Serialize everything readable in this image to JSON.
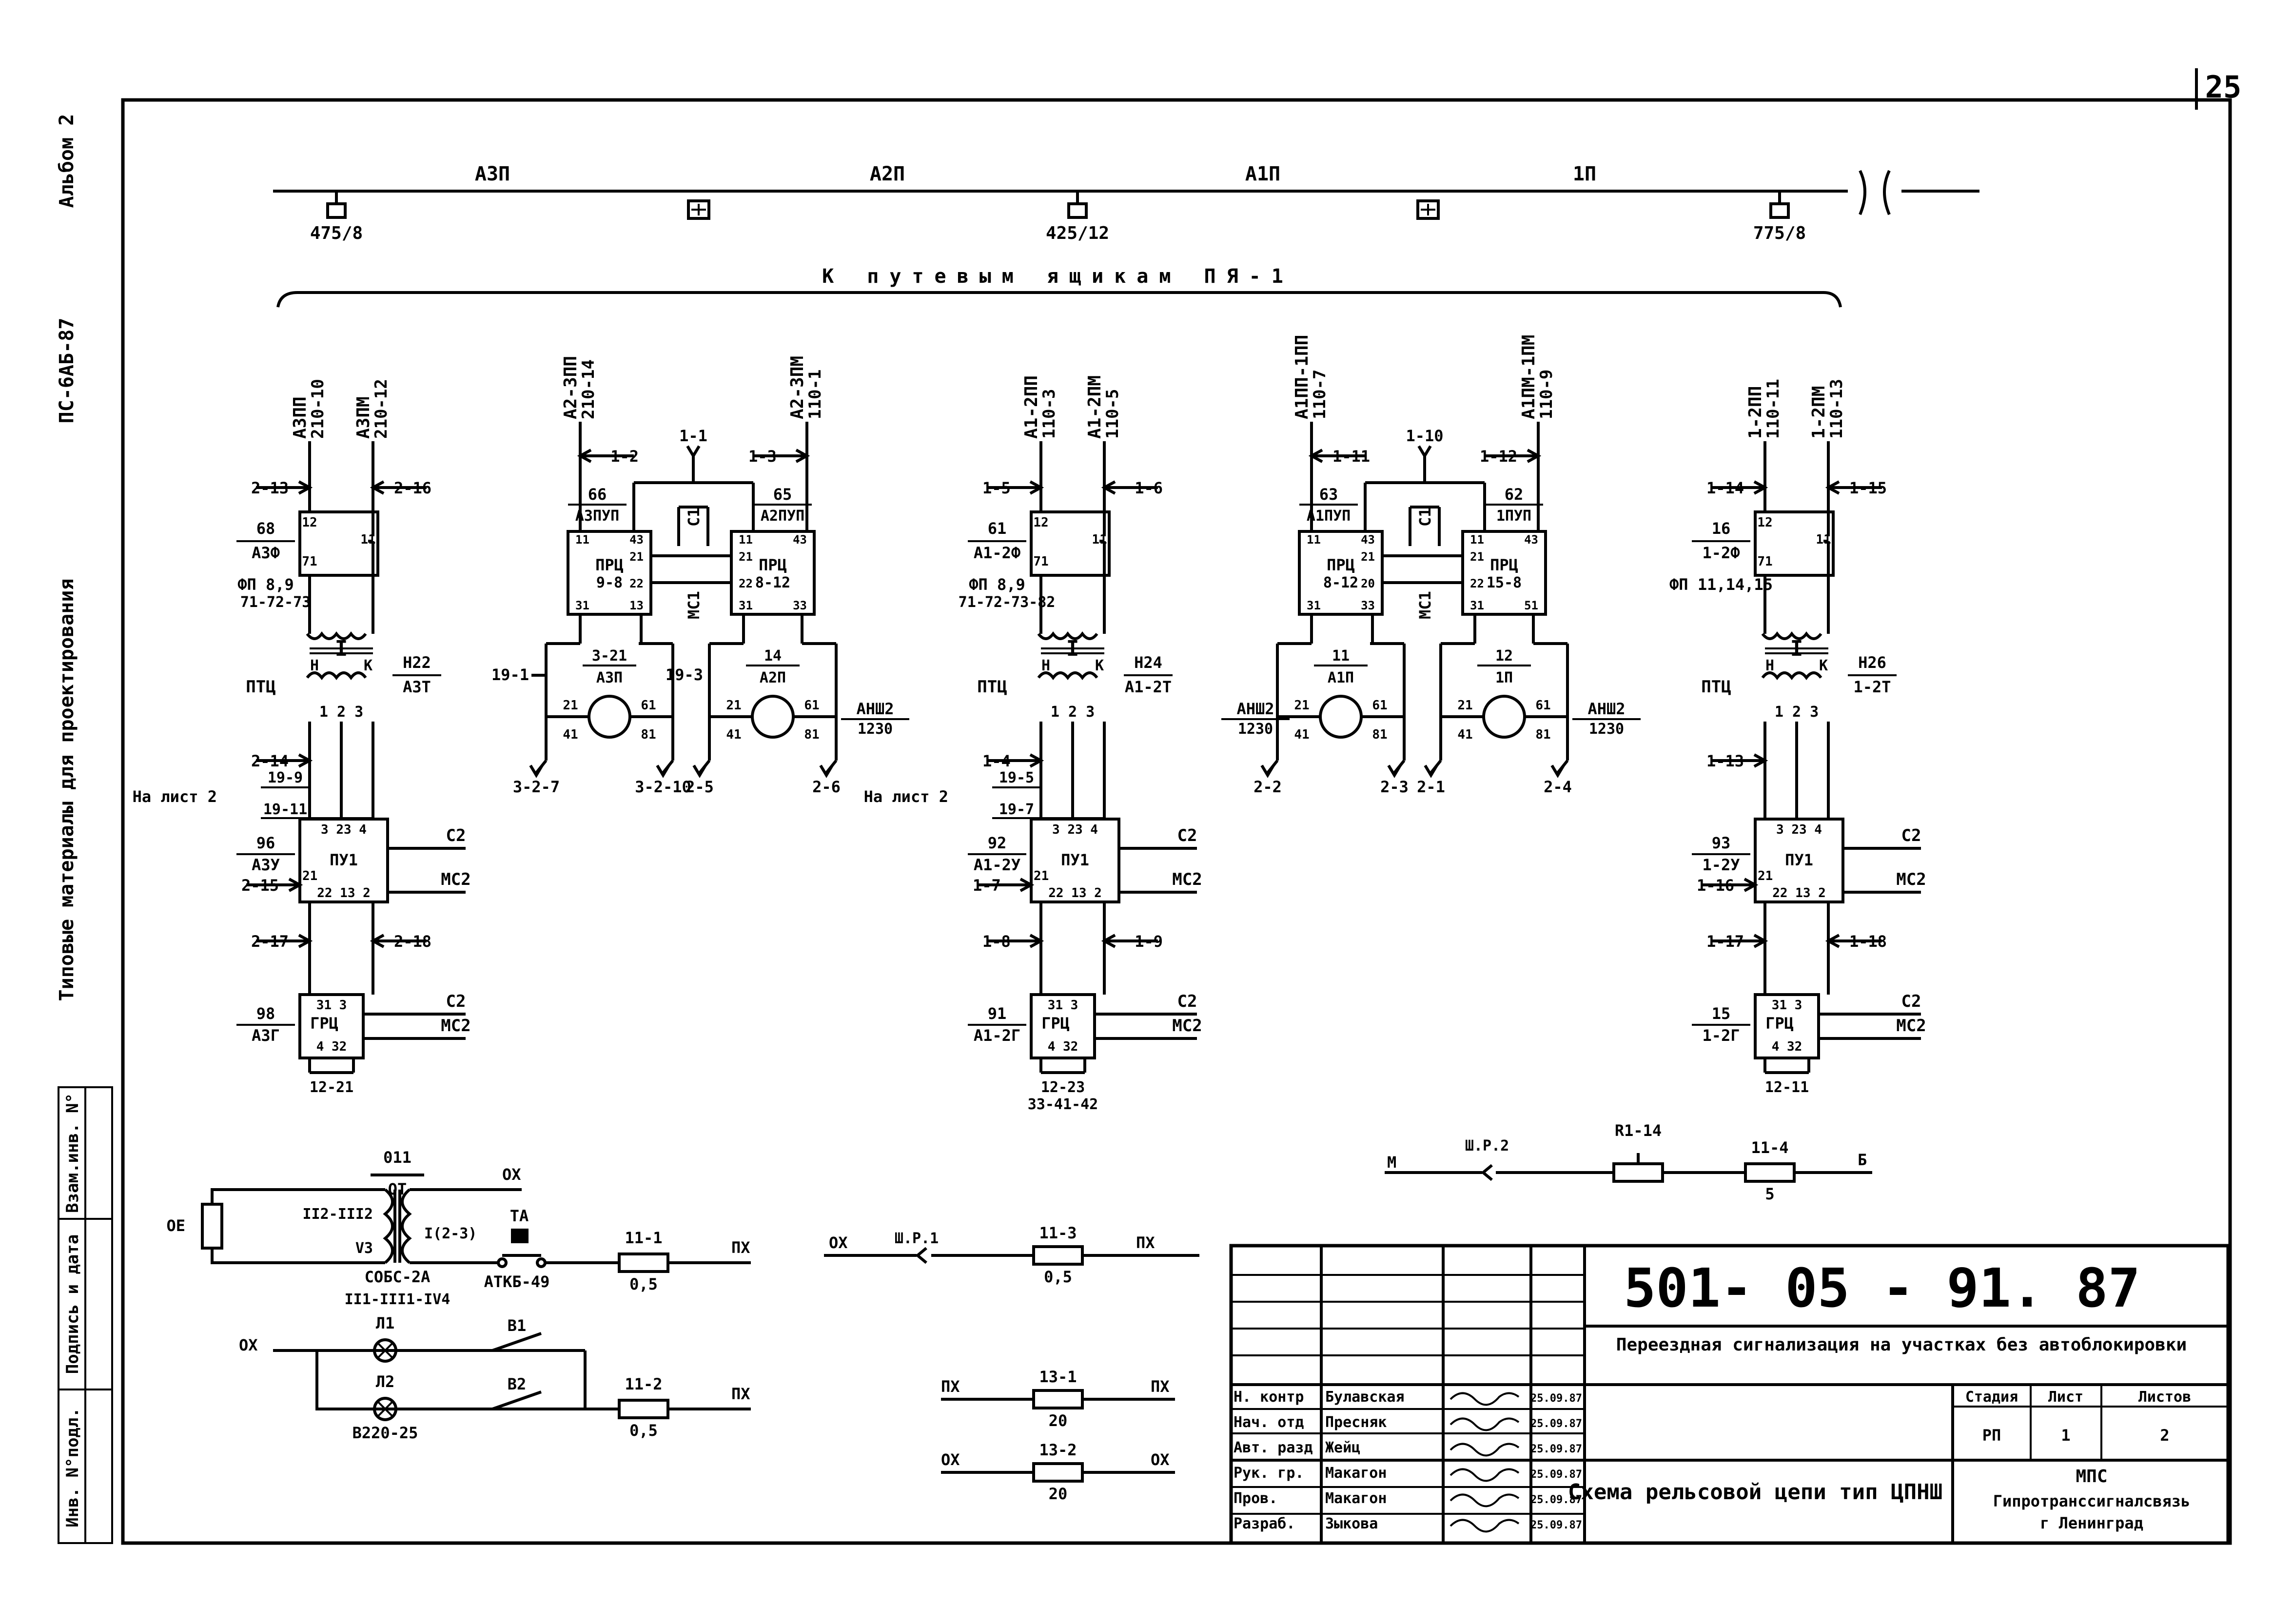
{
  "sheet_number": "25",
  "side": {
    "album": "Альбом 2",
    "series": "ПС-6АБ-87",
    "materials": "Типовые материалы для проектирования",
    "stamp": [
      "Инв. N°подл.",
      "Подпись и дата",
      "Взам.инв. N°"
    ]
  },
  "track": {
    "sections": [
      "А3П",
      "А2П",
      "А1П",
      "1П"
    ],
    "posts": [
      "475/8",
      "425/12",
      "775/8"
    ],
    "caption": "К путевым ящикам ПЯ-1"
  },
  "circuits": [
    {
      "wire_left": "А3ПП",
      "wire_left_no": "210-10",
      "wire_right": "А3ПМ",
      "wire_right_no": "210-12",
      "in_left": "2-13",
      "in_right": "2-16",
      "filter_no": "68",
      "filter": "А3Ф",
      "filter_p1": "12",
      "filter_p2": "11",
      "filter_p3": "71",
      "fp": "ФП 8,9",
      "fp_list": "71-72-73",
      "ptc": "ПТЦ",
      "tr_h": "Н",
      "tr_num": "I",
      "tr_k": "К",
      "tr_pins": "1 2 3",
      "reactor": "Н22",
      "reactor_sub": "А3Т",
      "in_a": "2-14",
      "na_list": "На лист 2",
      "j1": "19-9",
      "j2": "19-11",
      "pu_no": "96",
      "pu_sub": "А3У",
      "pu_in": "2-15",
      "pu": "ПУ1",
      "pu_pins_top": "3  23  4",
      "pu_pin21": "21",
      "pu_pins_bot": "22  13  2",
      "c2": "С2",
      "mc2": "МС2",
      "in_b": "2-17",
      "in_c": "2-18",
      "grc_no": "98",
      "grc_sub": "А3Г",
      "grc": "ГРЦ",
      "grc_pins_top": "31  3",
      "grc_pins_bot": "4  32",
      "bottom": "12-21",
      "bottom2": ""
    },
    {
      "wire_left": "А1-2ПП",
      "wire_left_no": "110-3",
      "wire_right": "А1-2ПМ",
      "wire_right_no": "110-5",
      "in_left": "1-5",
      "in_right": "1-6",
      "filter_no": "61",
      "filter": "А1-2Ф",
      "filter_p1": "12",
      "filter_p2": "11",
      "filter_p3": "71",
      "fp": "ФП 8,9",
      "fp_list": "71-72-73-82",
      "ptc": "ПТЦ",
      "tr_h": "Н",
      "tr_num": "I",
      "tr_k": "К",
      "tr_pins": "1 2 3",
      "reactor": "Н24",
      "reactor_sub": "А1-2Т",
      "in_a": "1-4",
      "na_list": "На лист 2",
      "j1": "19-5",
      "j2": "19-7",
      "pu_no": "92",
      "pu_sub": "А1-2У",
      "pu_in": "1-7",
      "pu": "ПУ1",
      "pu_pins_top": "3  23  4",
      "pu_pin21": "21",
      "pu_pins_bot": "22  13  2",
      "c2": "С2",
      "mc2": "МС2",
      "in_b": "1-8",
      "in_c": "1-9",
      "grc_no": "91",
      "grc_sub": "А1-2Г",
      "grc": "ГРЦ",
      "grc_pins_top": "31  3",
      "grc_pins_bot": "4  32",
      "bottom": "12-23",
      "bottom2": "33-41-42"
    },
    {
      "wire_left": "1-2ПП",
      "wire_left_no": "110-11",
      "wire_right": "1-2ПМ",
      "wire_right_no": "110-13",
      "in_left": "1-14",
      "in_right": "1-15",
      "filter_no": "16",
      "filter": "1-2Ф",
      "filter_p1": "12",
      "filter_p2": "11",
      "filter_p3": "71",
      "fp": "ФП 11,14,15",
      "fp_list": "",
      "ptc": "ПТЦ",
      "tr_h": "Н",
      "tr_num": "I",
      "tr_k": "К",
      "tr_pins": "1 2 3",
      "reactor": "Н26",
      "reactor_sub": "1-2Т",
      "in_a": "1-13",
      "na_list": "",
      "j1": "",
      "j2": "",
      "pu_no": "93",
      "pu_sub": "1-2У",
      "pu_in": "1-16",
      "pu": "ПУ1",
      "pu_pins_top": "3  23  4",
      "pu_pin21": "21",
      "pu_pins_bot": "22  13  2",
      "c2": "С2",
      "mc2": "МС2",
      "in_b": "1-17",
      "in_c": "1-18",
      "grc_no": "15",
      "grc_sub": "1-2Г",
      "grc": "ГРЦ",
      "grc_pins_top": "31  3",
      "grc_pins_bot": "4  32",
      "bottom": "12-11",
      "bottom2": ""
    }
  ],
  "relay_groups": [
    {
      "wire_left": "А2-3ПП",
      "wire_left_no": "210-14",
      "wire_right": "А2-3ПМ",
      "wire_right_no": "110-1",
      "in_left": "1-2",
      "in_mid": "1-1",
      "in_right": "1-3",
      "c1": "С1",
      "mc1": "МС1",
      "prc_left_no": "66",
      "prc_left_sub": "А3ПУП",
      "prc_left": "ПРЦ",
      "prc_left_n": "9-8",
      "prc_right_no": "65",
      "prc_right_sub": "А2ПУП",
      "prc_right": "ПРЦ",
      "prc_right_n": "8-12",
      "pins_l": [
        "11",
        "43",
        "21",
        "22",
        "31",
        "13"
      ],
      "pins_r": [
        "11",
        "43",
        "21",
        "22",
        "31",
        "33"
      ],
      "anch_left_no": "",
      "anch_left_sub": "",
      "anch_right_no": "АНШ2",
      "anch_right_sub": "1230",
      "relay_left_no": "3-21",
      "relay_left_sub": "А3П",
      "relay_right_no": "14",
      "relay_right_sub": "А2П",
      "relay_left_in": "19-1",
      "relay_left_out": "19-3",
      "relay_pins": [
        "21",
        "61",
        "41",
        "81"
      ],
      "out": [
        "3-2-7",
        "3-2-10",
        "2-5",
        "2-6"
      ]
    },
    {
      "wire_left": "А1ПП-1ПП",
      "wire_left_no": "110-7",
      "wire_right": "А1ПМ-1ПМ",
      "wire_right_no": "110-9",
      "in_left": "1-11",
      "in_mid": "1-10",
      "in_right": "1-12",
      "c1": "С1",
      "mc1": "МС1",
      "prc_left_no": "63",
      "prc_left_sub": "А1ПУП",
      "prc_left": "ПРЦ",
      "prc_left_n": "8-12",
      "prc_right_no": "62",
      "prc_right_sub": "1ПУП",
      "prc_right": "ПРЦ",
      "prc_right_n": "15-8",
      "pins_l": [
        "11",
        "43",
        "21",
        "20",
        "31",
        "33"
      ],
      "pins_r": [
        "11",
        "43",
        "21",
        "22",
        "31",
        "51"
      ],
      "anch_left_no": "АНШ2",
      "anch_left_sub": "1230",
      "anch_right_no": "АНШ2",
      "anch_right_sub": "1230",
      "relay_left_no": "11",
      "relay_left_sub": "А1П",
      "relay_right_no": "12",
      "relay_right_sub": "1П",
      "relay_left_in": "",
      "relay_left_out": "",
      "relay_pins": [
        "21",
        "61",
        "41",
        "81"
      ],
      "out": [
        "2-2",
        "2-3",
        "2-1",
        "2-4"
      ]
    }
  ],
  "lower_left": {
    "oe": "ОЕ",
    "tr_no": "011",
    "tr_sub": "ОТ",
    "w1": "II2-III2",
    "w2": "V3",
    "w3": "I(2-3)",
    "tr_type": "СОБС-2А",
    "tr_pins": "II1-III1-IV4",
    "ox": "ОХ",
    "px": "ПХ",
    "ta": "ТА",
    "atk": "АТКБ-49",
    "fuse1_no": "11-1",
    "fuse1_val": "0,5",
    "fuse2_no": "11-2",
    "fuse2_val": "0,5",
    "l1": "Л1",
    "l2": "Л2",
    "lamp": "В220-25",
    "b1": "В1",
    "b2": "В2"
  },
  "lower_mid": {
    "ox": "ОХ",
    "px": "ПХ",
    "shr1": "Ш.Р.1",
    "f3_no": "11-3",
    "f3_val": "0,5",
    "f4_no": "13-1",
    "f4_val": "20",
    "f5_no": "13-2",
    "f5_val": "20"
  },
  "lower_right": {
    "m": "М",
    "b": "Б",
    "shr2": "Ш.Р.2",
    "r1": "R1-14",
    "r2": "11-4",
    "r2_val": "5"
  },
  "title_block": {
    "code": "501- 05 - 91. 87",
    "title": "Переездная сигнализация на участках без автоблокировки",
    "sheet_title": "Схема рельсовой цепи тип ЦПНШ",
    "stage_h": "Стадия",
    "sheet_h": "Лист",
    "sheets_h": "Листов",
    "stage": "РП",
    "sheet": "1",
    "sheets": "2",
    "org": "МПС",
    "org2": "Гипротранссигналсвязь",
    "city": "г Ленинград",
    "rows": [
      {
        "role": "Н. контр",
        "name": "Булавская",
        "date": "25.09.87"
      },
      {
        "role": "Нач. отд",
        "name": "Пресняк",
        "date": "25.09.87"
      },
      {
        "role": "Авт. разд",
        "name": "Жейц",
        "date": "25.09.87"
      },
      {
        "role": "Рук. гр.",
        "name": "Макагон",
        "date": "25.09.87"
      },
      {
        "role": "Пров.",
        "name": "Макагон",
        "date": "25.09.87"
      },
      {
        "role": "Разраб.",
        "name": "Зыкова",
        "date": "25.09.87"
      }
    ]
  }
}
